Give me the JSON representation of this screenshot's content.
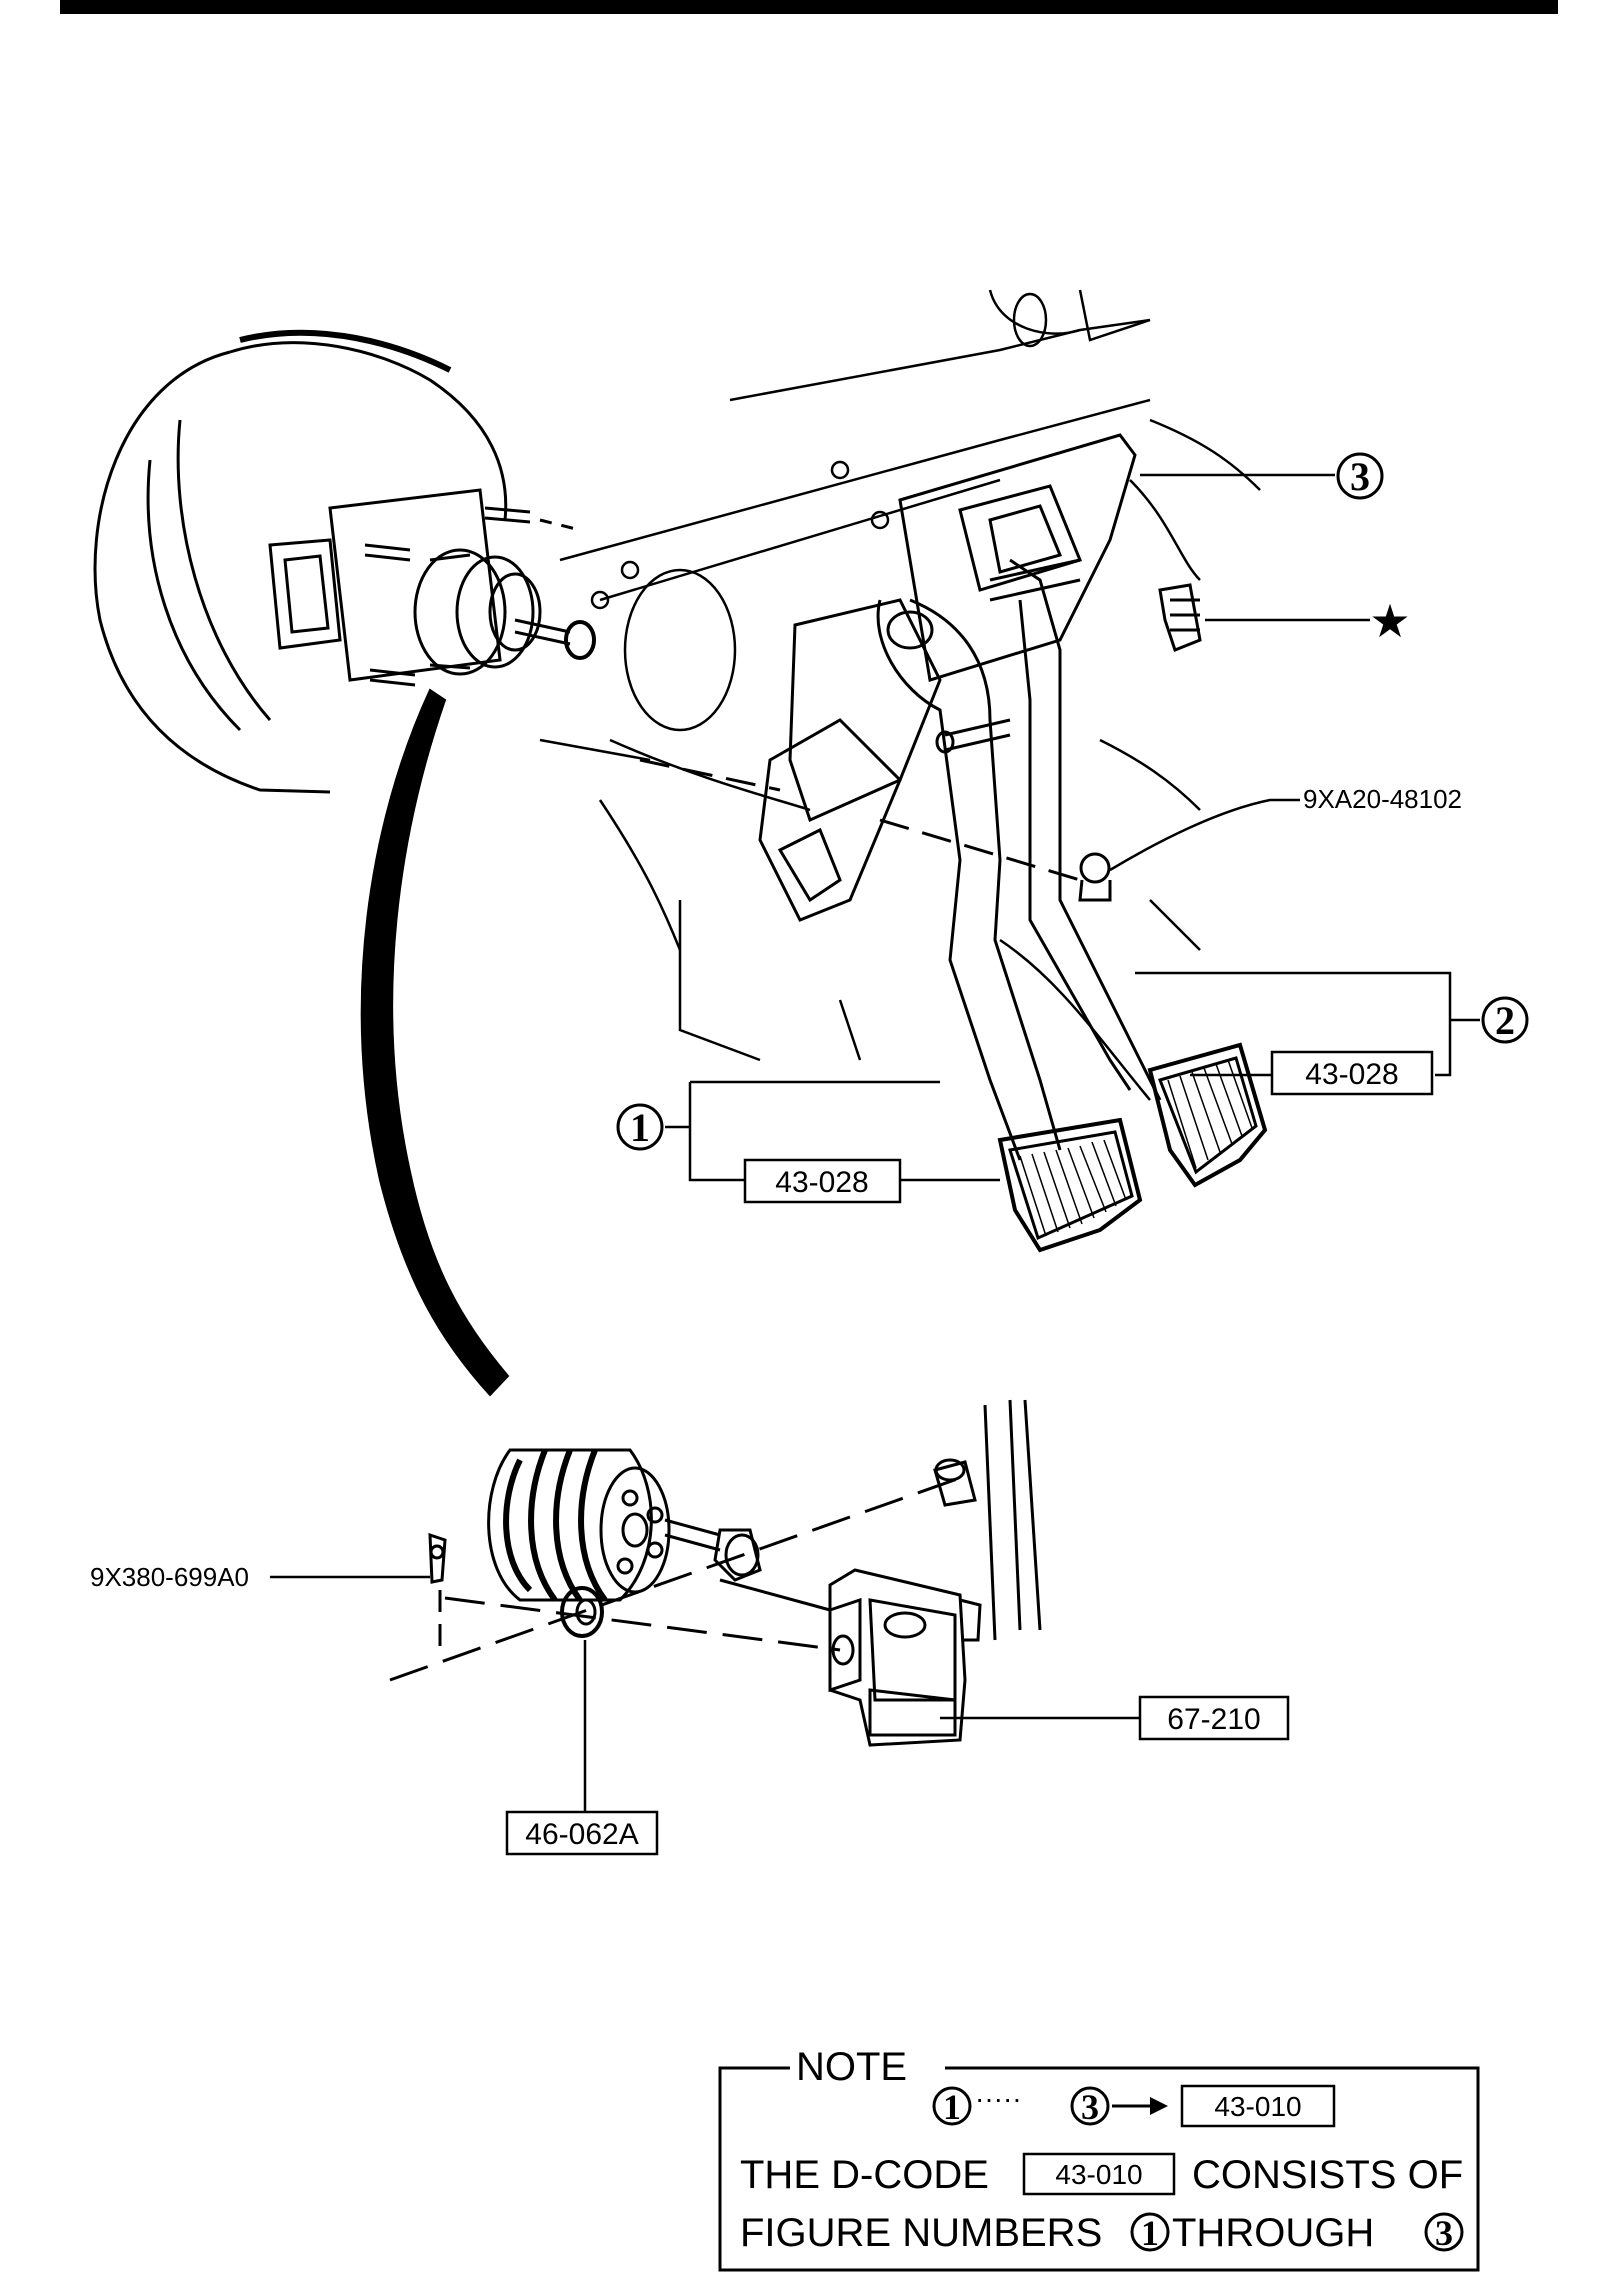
{
  "callouts": {
    "fig1": "1",
    "fig2": "2",
    "fig3": "3",
    "star": "★"
  },
  "codes": {
    "pedal_left": "43-028",
    "pedal_right": "43-028",
    "switch": "67-210",
    "washer": "46-062A"
  },
  "part_numbers": {
    "nut": "9XA20-48102",
    "clip": "9X380-699A0"
  },
  "note": {
    "title": "NOTE",
    "range_start": "1",
    "range_dots": "·····",
    "range_end": "3",
    "range_code": "43-010",
    "line1_prefix": "THE D-CODE",
    "line1_code": "43-010",
    "line1_suffix": "CONSISTS OF",
    "line2_prefix": "FIGURE NUMBERS",
    "line2_num_a": "1",
    "line2_mid": "THROUGH",
    "line2_num_b": "3"
  }
}
